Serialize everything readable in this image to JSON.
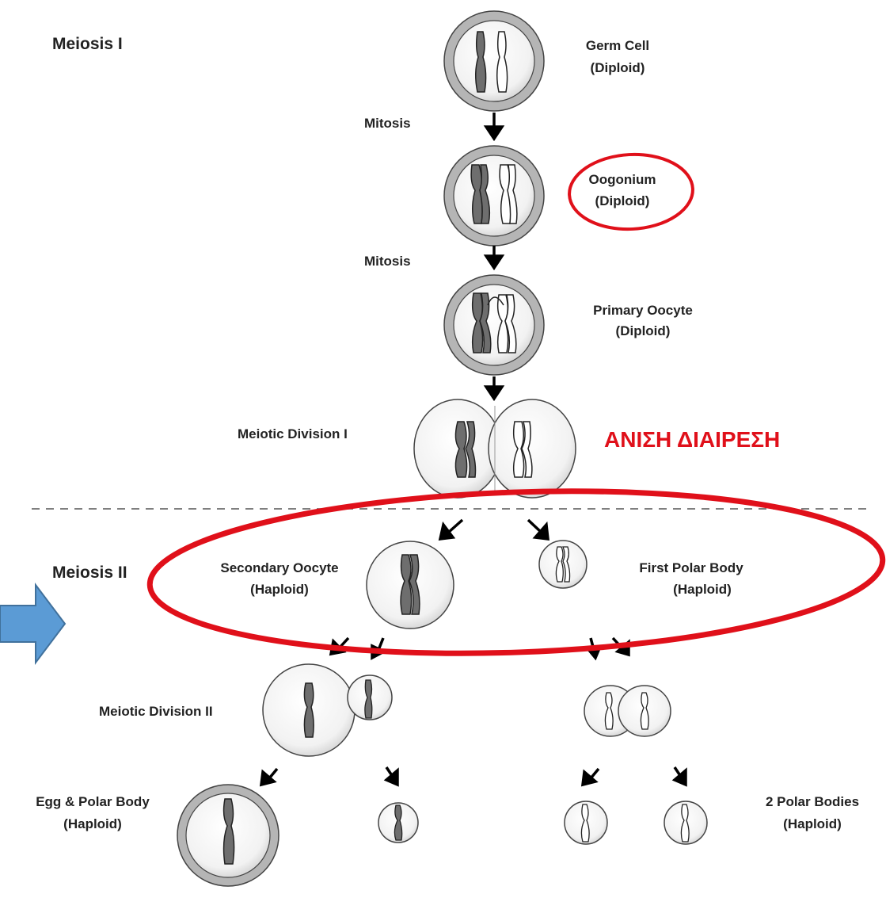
{
  "labels": {
    "meiosis_1": "Meiosis I",
    "meiosis_2": "Meiosis II",
    "mitosis_1": "Mitosis",
    "mitosis_2": "Mitosis",
    "germ_cell": "Germ Cell",
    "germ_cell_ploidy": "(Diploid)",
    "oogonium": "Oogonium",
    "oogonium_ploidy": "(Diploid)",
    "primary_oocyte": "Primary Oocyte",
    "primary_oocyte_ploidy": "(Diploid)",
    "meiotic_division_1": "Meiotic Division I",
    "unequal_division": "ΑΝΙΣΗ ΔΙΑΙΡΕΣΗ",
    "secondary_oocyte": "Secondary Oocyte",
    "secondary_oocyte_ploidy": "(Haploid)",
    "first_polar_body": "First Polar Body",
    "first_polar_body_ploidy": "(Haploid)",
    "meiotic_division_2": "Meiotic Division II",
    "egg_polar_body": "Egg & Polar Body",
    "egg_polar_body_ploidy": "(Haploid)",
    "two_polar_bodies": "2 Polar Bodies",
    "two_polar_bodies_ploidy": "(Haploid)"
  },
  "colors": {
    "highlight_red": "#e0101a",
    "arrow_blue": "#5b9bd5",
    "cell_ring": "#a8a8a8",
    "chromosome_dark": "#6e6e6e"
  }
}
